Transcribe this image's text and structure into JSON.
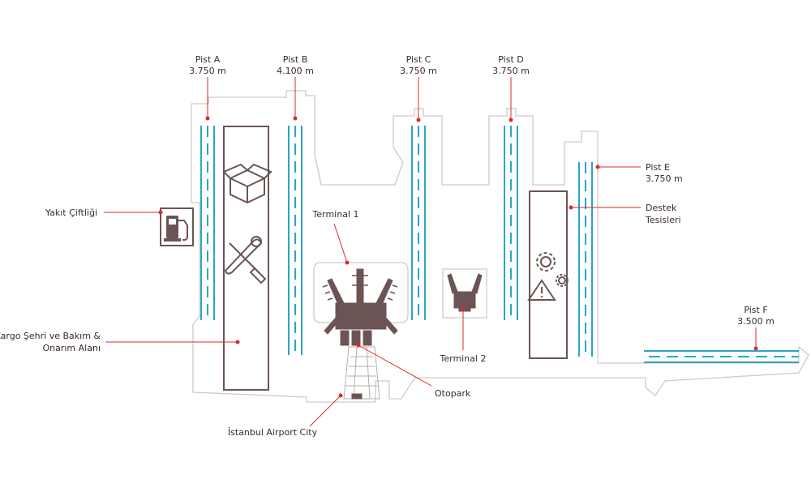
{
  "runways": [
    {
      "id": "a",
      "name": "Pist A",
      "length": "3.750 m"
    },
    {
      "id": "b",
      "name": "Pist B",
      "length": "4.100 m"
    },
    {
      "id": "c",
      "name": "Pist C",
      "length": "3.750 m"
    },
    {
      "id": "d",
      "name": "Pist D",
      "length": "3.750 m"
    },
    {
      "id": "e",
      "name": "Pist E",
      "length": "3.750 m"
    },
    {
      "id": "f",
      "name": "Pist F",
      "length": "3.500 m"
    }
  ],
  "facilities": {
    "fuel_farm": "Yakıt Çiftliği",
    "cargo_line1": "Kargo Şehri ve Bakım &",
    "cargo_line2": "Onarım Alanı",
    "terminal1": "Terminal 1",
    "terminal2": "Terminal 2",
    "parking": "Otopark",
    "airport_city": "İstanbul Airport City",
    "support_line1": "Destek",
    "support_line2": "Tesisleri"
  },
  "icons": [
    "box-icon",
    "fuel-pump-icon",
    "wrench-screwdriver-icon",
    "gears-icon",
    "alert-triangle-icon"
  ],
  "colors": {
    "runway": "#2aa6c4",
    "building": "#6d5454",
    "outline": "#cfc9c9",
    "leader": "#d92b2b",
    "text": "#3a2a2a"
  }
}
